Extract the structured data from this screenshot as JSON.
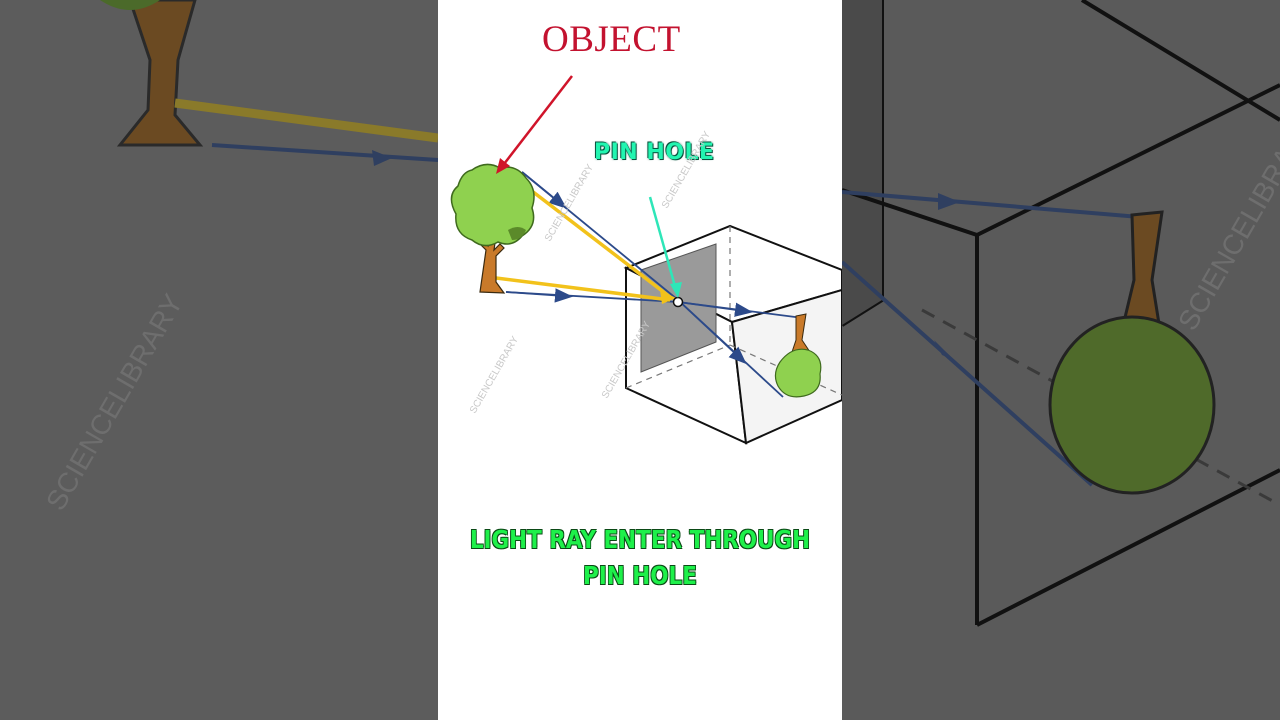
{
  "labels": {
    "object": "OBJECT",
    "pin_hole": "PIN HOLE",
    "caption_line1": "LIGHT RAY ENTER THROUGH",
    "caption_line2": "PIN HOLE"
  },
  "watermark": "SCIENCELIBRARY",
  "colors": {
    "object_label": "#c3122f",
    "pin_hole_label": "#22f5b0",
    "caption": "#1ef04a",
    "light_ray": "#2c4a8a",
    "highlight_ray": "#f2c21b",
    "pointer_arrow": "#d0142a",
    "pin_pointer": "#2ee6b8",
    "tree_foliage": "#8fd14f",
    "tree_trunk": "#c97a2a",
    "screen": "#9a9a9a"
  }
}
